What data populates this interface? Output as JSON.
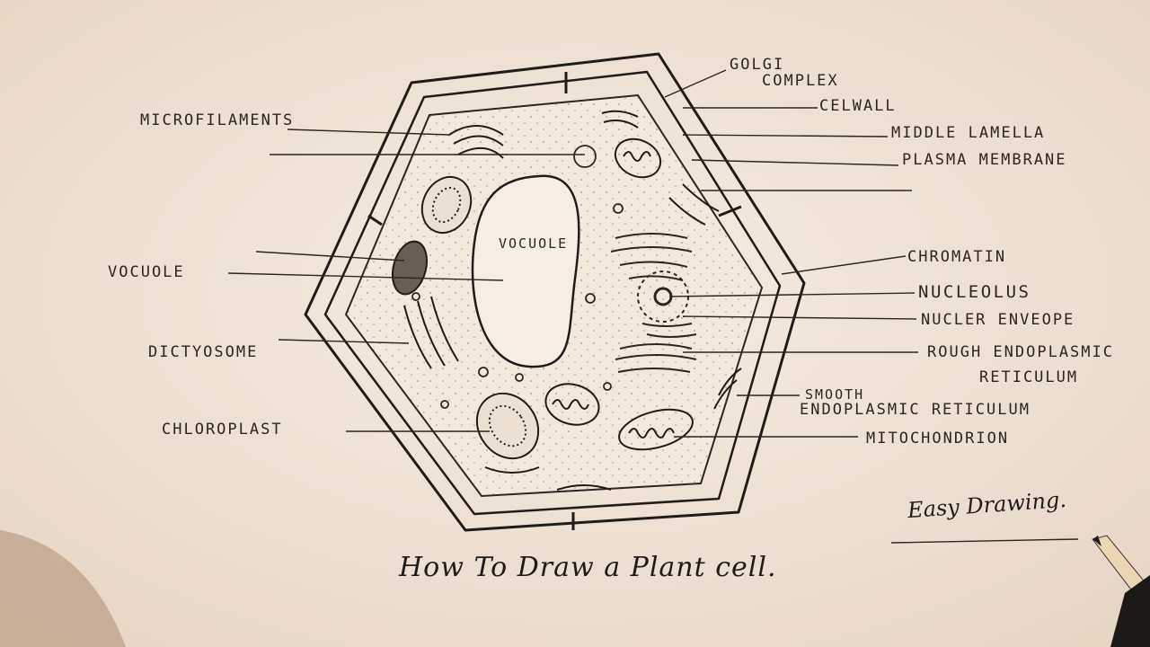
{
  "title": "How To Draw a Plant cell.",
  "note": "Easy Drawing.",
  "labels": {
    "golgi": [
      "GOLGI",
      "COMPLEX"
    ],
    "cell_wall": "CELWALL",
    "middle_lamella": "MIDDLE LAMELLA",
    "plasma_membrane": "PLASMA MEMBRANE",
    "microfilaments": "MICROFILAMENTS",
    "vacuole_left": "VOCUOLE",
    "vacuole_inside": "VOCUOLE",
    "dictyosome": "DICTYOSOME",
    "chloroplast": "CHLOROPLAST",
    "chromatin": "CHROMATIN",
    "nucleolus": "NUCLEOLUS",
    "nuclear_envelope": "NUCLER ENVEOPE",
    "rough_er": [
      "ROUGH ENDOPLASMIC",
      "RETICULUM"
    ],
    "smooth_er": [
      "SMOOTH",
      "ENDOPLASMIC RETICULUM"
    ],
    "mitochondrion": "MITOCHONDRION"
  }
}
